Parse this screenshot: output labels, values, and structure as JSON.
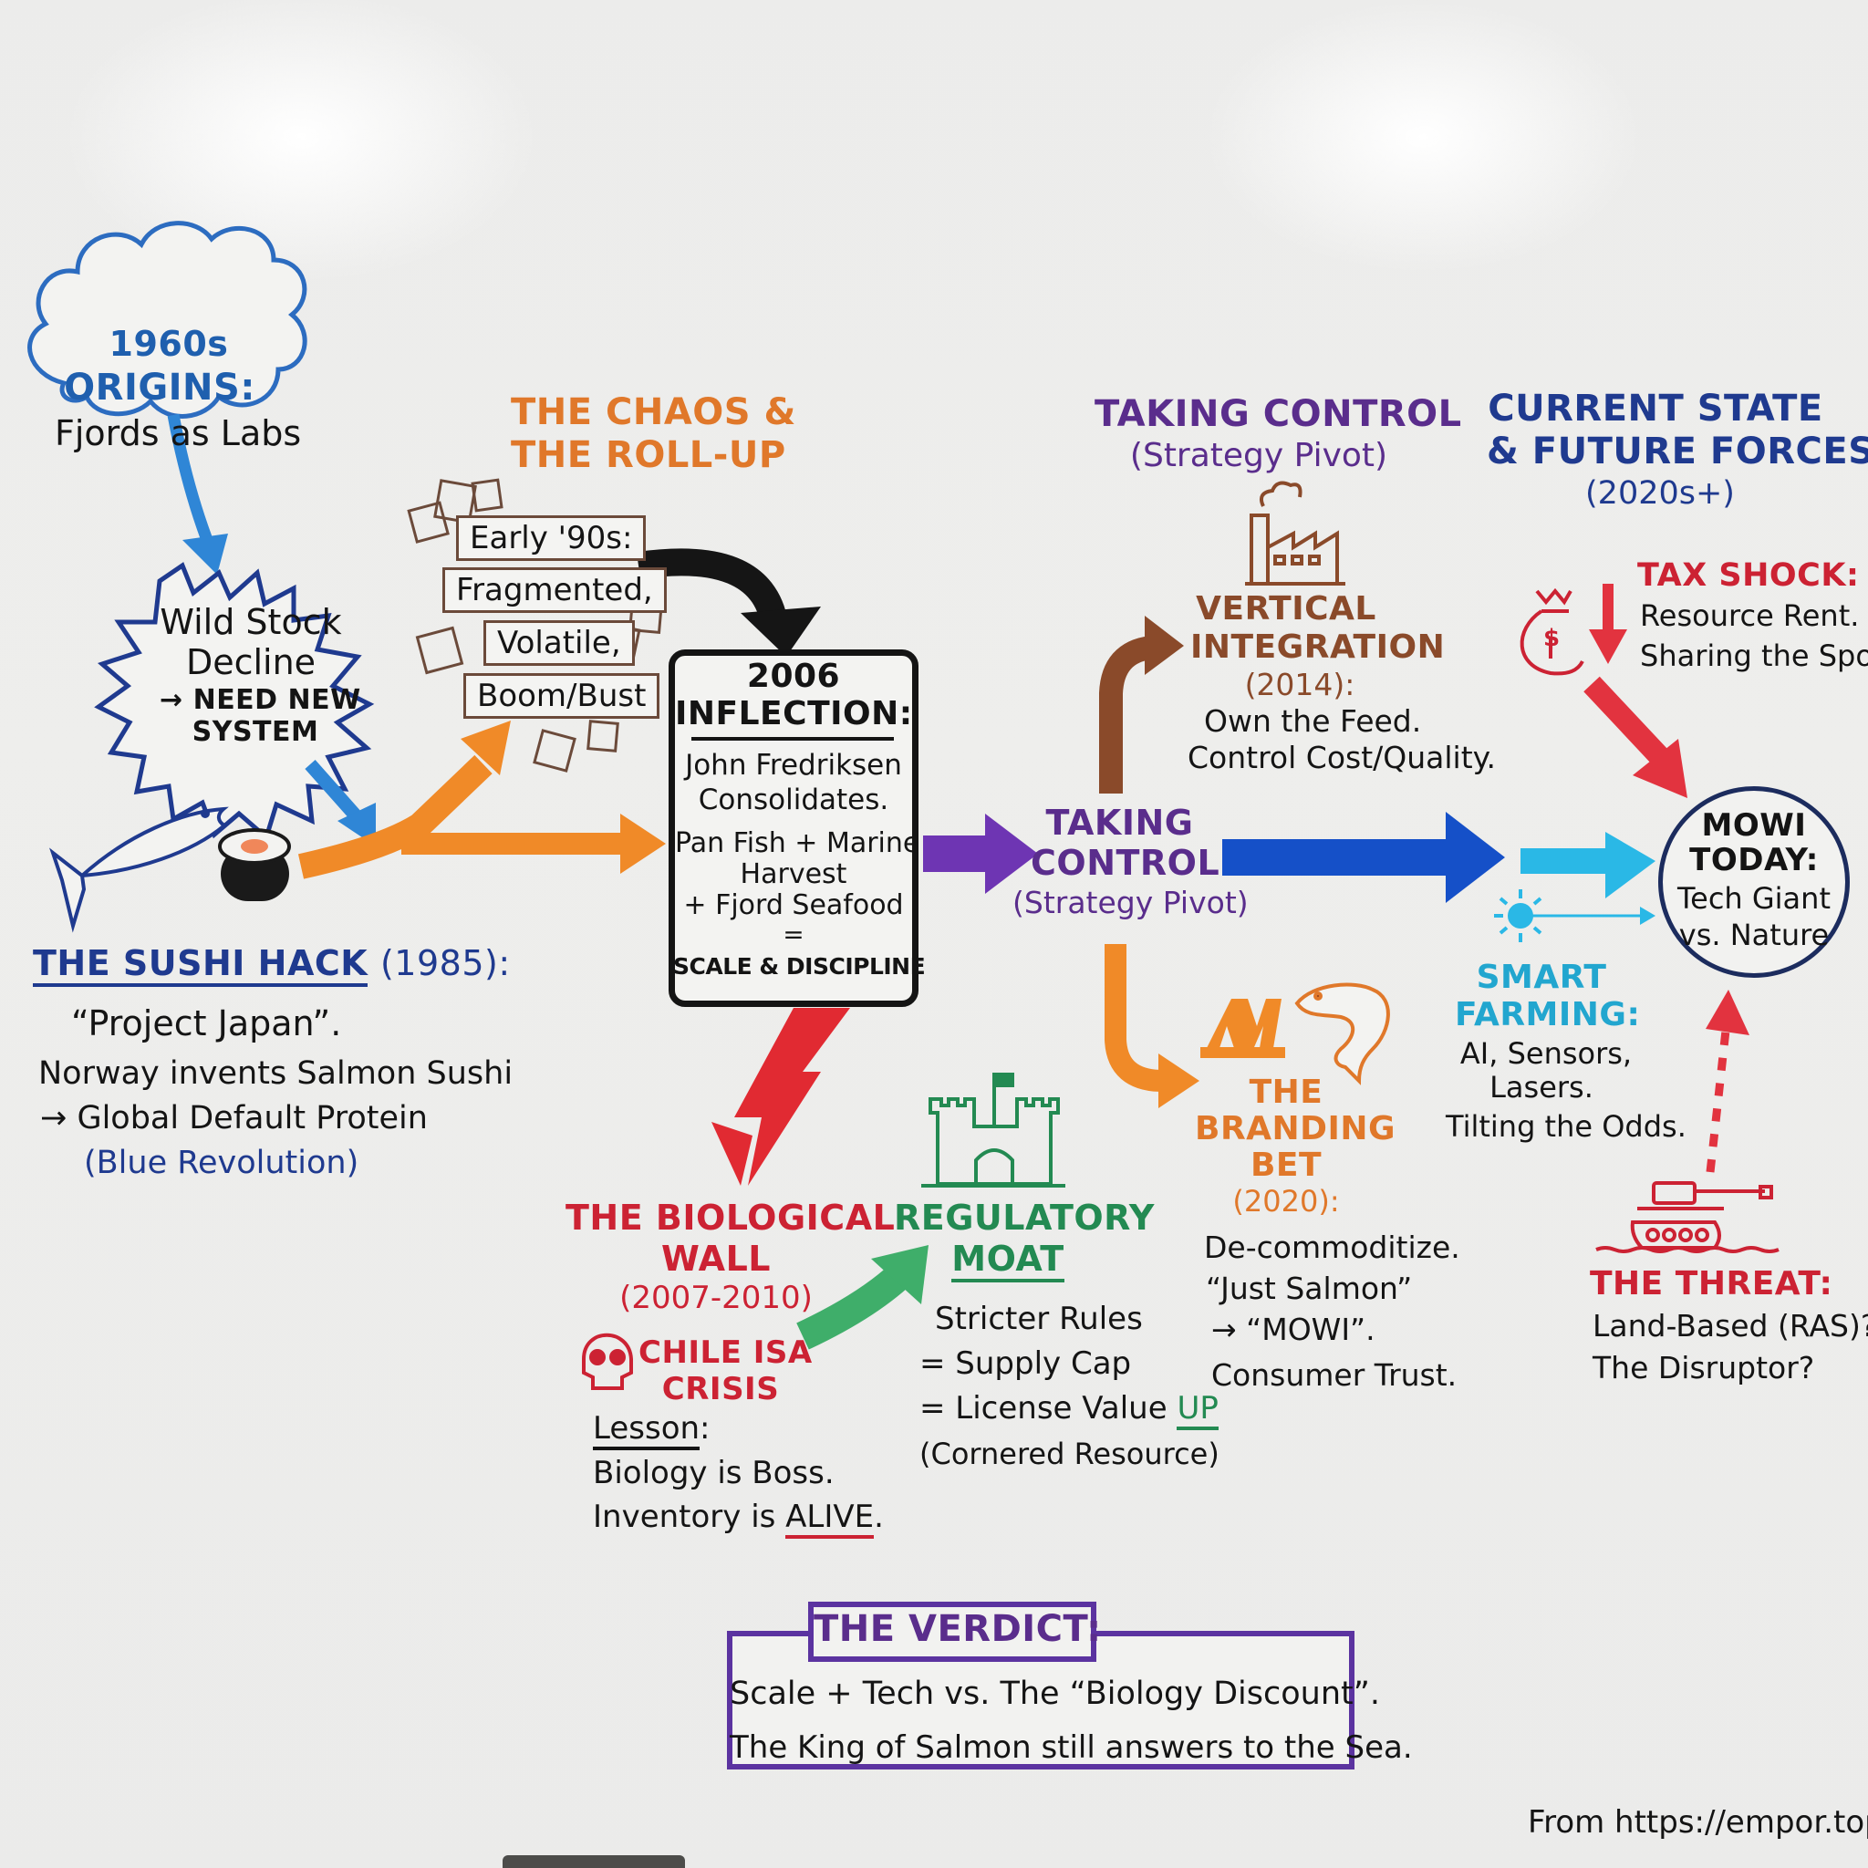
{
  "origins": {
    "line1": "1960s",
    "line2": "ORIGINS:",
    "line3": "Fjords as Labs"
  },
  "wild_stock": {
    "line1": "Wild Stock",
    "line2": "Decline",
    "line3": "→ NEED NEW",
    "line4": "SYSTEM"
  },
  "sushi_hack": {
    "title": "THE SUSHI HACK",
    "year": "(1985):",
    "line1": "“Project Japan”.",
    "line2": "Norway invents Salmon Sushi",
    "line3": "→ Global Default Protein",
    "line4": "(Blue Revolution)"
  },
  "chaos": {
    "title1": "THE CHAOS &",
    "title2": "THE ROLL-UP",
    "boxes": [
      "Early '90s:",
      "Fragmented,",
      "Volatile,",
      "Boom/Bust"
    ]
  },
  "inflection": {
    "year": "2006",
    "title": "INFLECTION:",
    "line1": "John Fredriksen",
    "line2": "Consolidates.",
    "line3": "Pan Fish + Marine",
    "line4": "Harvest",
    "line5": "+ Fjord Seafood",
    "line6": "=",
    "line7": "SCALE & DISCIPLINE"
  },
  "bio_wall": {
    "title1": "THE BIOLOGICAL",
    "title2": "WALL",
    "years": "(2007-2010)",
    "crisis1": "CHILE ISA",
    "crisis2": "CRISIS",
    "lesson_label": "Lesson",
    "lesson_colon": ":",
    "line1": "Biology is Boss.",
    "line2_prefix": "Inventory is ",
    "line2_emph": "ALIVE",
    "line2_suffix": "."
  },
  "moat": {
    "title1": "REGULATORY",
    "title2": "MOAT",
    "line1": "Stricter Rules",
    "line2": "= Supply Cap",
    "line3_prefix": "= License Value ",
    "line3_emph": "UP",
    "line4": "(Cornered Resource)"
  },
  "taking_control_header": {
    "title": "TAKING CONTROL",
    "sub": "(Strategy Pivot)"
  },
  "taking_control_node": {
    "line1": "TAKING",
    "line2": "CONTROL",
    "sub": "(Strategy Pivot)"
  },
  "vertical": {
    "title1": "VERTICAL",
    "title2": "INTEGRATION",
    "year": "(2014):",
    "line1": "Own the Feed.",
    "line2": "Control Cost/Quality."
  },
  "branding": {
    "logo_letter": "M",
    "title1": "THE",
    "title2": "BRANDING",
    "title3": "BET",
    "year": "(2020):",
    "line1": "De-commoditize.",
    "line2": "“Just Salmon”",
    "line3": "→ “MOWI”.",
    "line4": "Consumer Trust."
  },
  "current_state": {
    "title1": "CURRENT STATE",
    "title2": "& FUTURE FORCES",
    "years": "(2020s+)"
  },
  "tax_shock": {
    "title": "TAX SHOCK:",
    "line1": "Resource Rent.",
    "line2": "Sharing the Spoils.",
    "bag_symbol": "$"
  },
  "mowi_today": {
    "line1": "MOWI",
    "line2": "TODAY:",
    "line3": "Tech Giant",
    "line4": "vs. Nature"
  },
  "smart_farming": {
    "title1": "SMART",
    "title2": "FARMING:",
    "line1": "AI, Sensors,",
    "line2": "Lasers.",
    "line3": "Tilting the Odds."
  },
  "threat": {
    "title": "THE THREAT:",
    "line1": "Land-Based (RAS)?",
    "line2": "The Disruptor?"
  },
  "verdict": {
    "label": "THE VERDICT:",
    "line1": "Scale + Tech vs. The “Biology Discount”.",
    "line2": "The King of Salmon still answers to the Sea."
  },
  "footer": {
    "source": "From https://empor.top"
  },
  "icons": {
    "cloud": "cloud-icon",
    "starburst": "starburst-icon",
    "salmon": "salmon-icon",
    "sushi": "sushi-roll-icon",
    "factory": "factory-icon",
    "castle": "castle-icon",
    "skull": "skull-icon",
    "jumping_fish": "jumping-fish-icon",
    "money_bag": "money-bag-icon",
    "sun_sensor": "sun-sensor-icon",
    "tank": "tank-icon"
  },
  "colors": {
    "blue": "#1f5fae",
    "navy": "#1f3a8f",
    "orange": "#e0782a",
    "purple": "#5a2d8c",
    "brown": "#8a4a2a",
    "red": "#cc2233",
    "green": "#238a52",
    "cyan": "#22a6cf",
    "ink": "#141414"
  }
}
